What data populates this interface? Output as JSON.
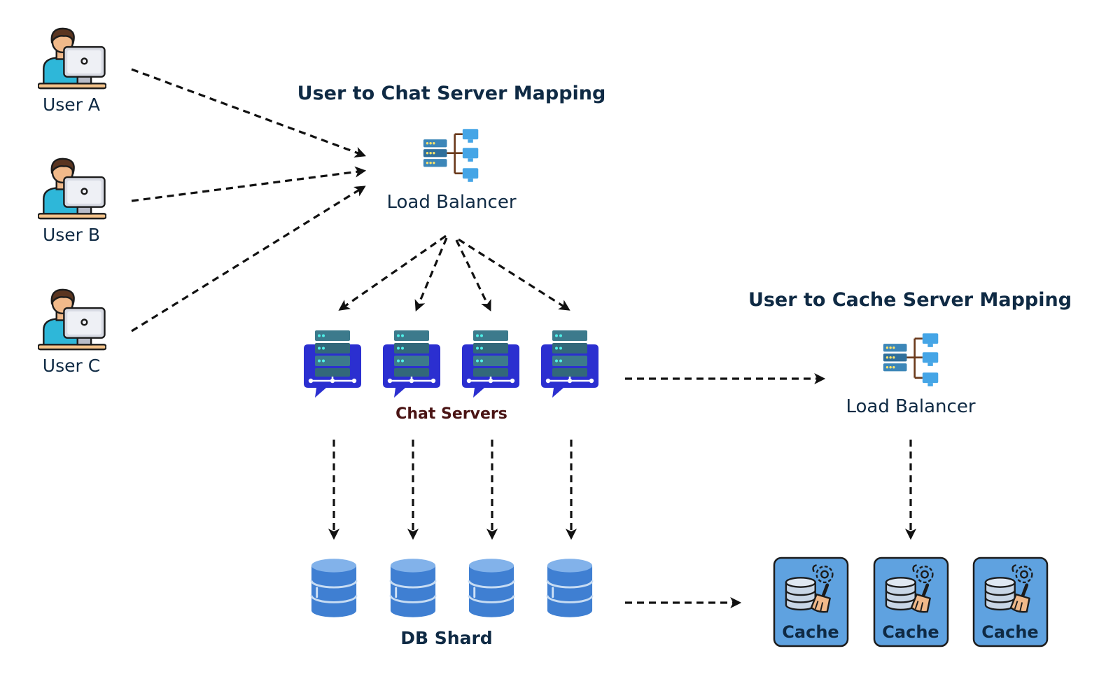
{
  "users": [
    {
      "id": "a",
      "label": "User A"
    },
    {
      "id": "b",
      "label": "User B"
    },
    {
      "id": "c",
      "label": "User C"
    }
  ],
  "chat_mapping": {
    "title": "User to Chat Server Mapping",
    "load_balancer_label": "Load Balancer"
  },
  "chat_servers": {
    "label": "Chat Servers",
    "count": 4
  },
  "db": {
    "label": "DB Shard",
    "count": 4
  },
  "cache_mapping": {
    "title": "User to Cache Server Mapping",
    "load_balancer_label": "Load Balancer"
  },
  "caches": [
    {
      "label": "Cache"
    },
    {
      "label": "Cache"
    },
    {
      "label": "Cache"
    }
  ],
  "icons": {
    "user": "user-computer-icon",
    "load_balancer": "load-balancer-icon",
    "chat_server": "chat-server-icon",
    "database": "database-icon",
    "cache": "cache-icon"
  },
  "colors": {
    "text": "#0f2a44",
    "chat_label": "#4a1414",
    "chat_bubble": "#2b2fd0",
    "server_rack": "#3c7a8c",
    "db_blue": "#3f7fd2",
    "cache_bg": "#5fa2e0",
    "arrow": "#111111"
  }
}
